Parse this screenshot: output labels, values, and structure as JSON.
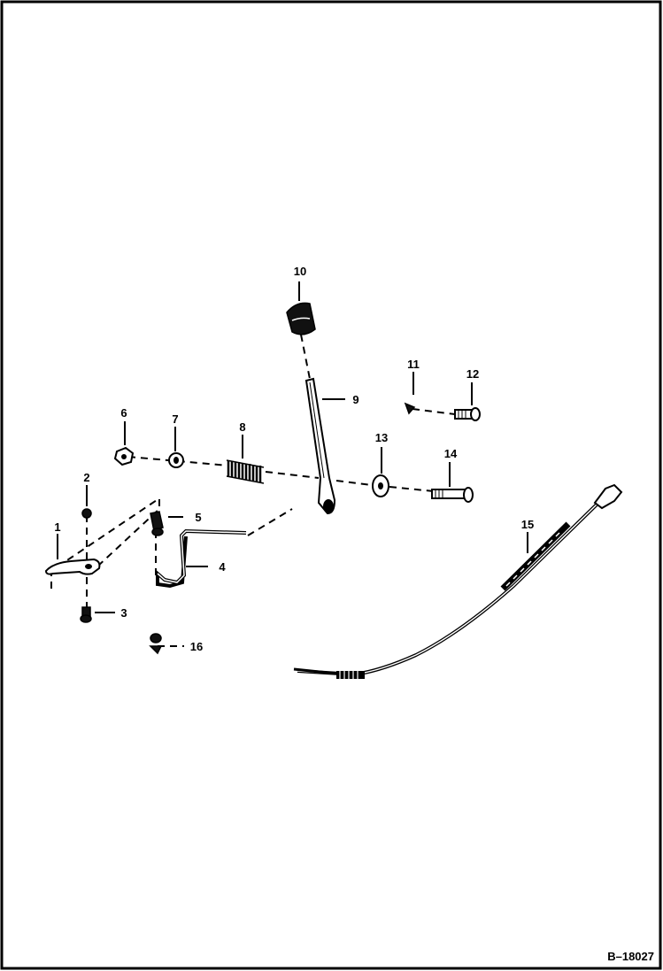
{
  "figure_id": "B–18027",
  "callouts": [
    "1",
    "2",
    "3",
    "4",
    "5",
    "6",
    "7",
    "8",
    "9",
    "10",
    "11",
    "12",
    "13",
    "14",
    "15",
    "16"
  ]
}
